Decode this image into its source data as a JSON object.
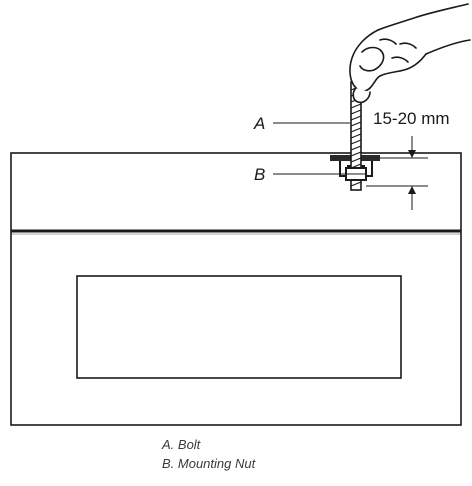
{
  "callouts": {
    "a_letter": "A",
    "b_letter": "B"
  },
  "dimension": {
    "label": "15-20 mm"
  },
  "legend": {
    "items": [
      "A. Bolt",
      "B. Mounting Nut"
    ]
  },
  "colors": {
    "line": "#1a1a1a",
    "background": "#ffffff"
  }
}
